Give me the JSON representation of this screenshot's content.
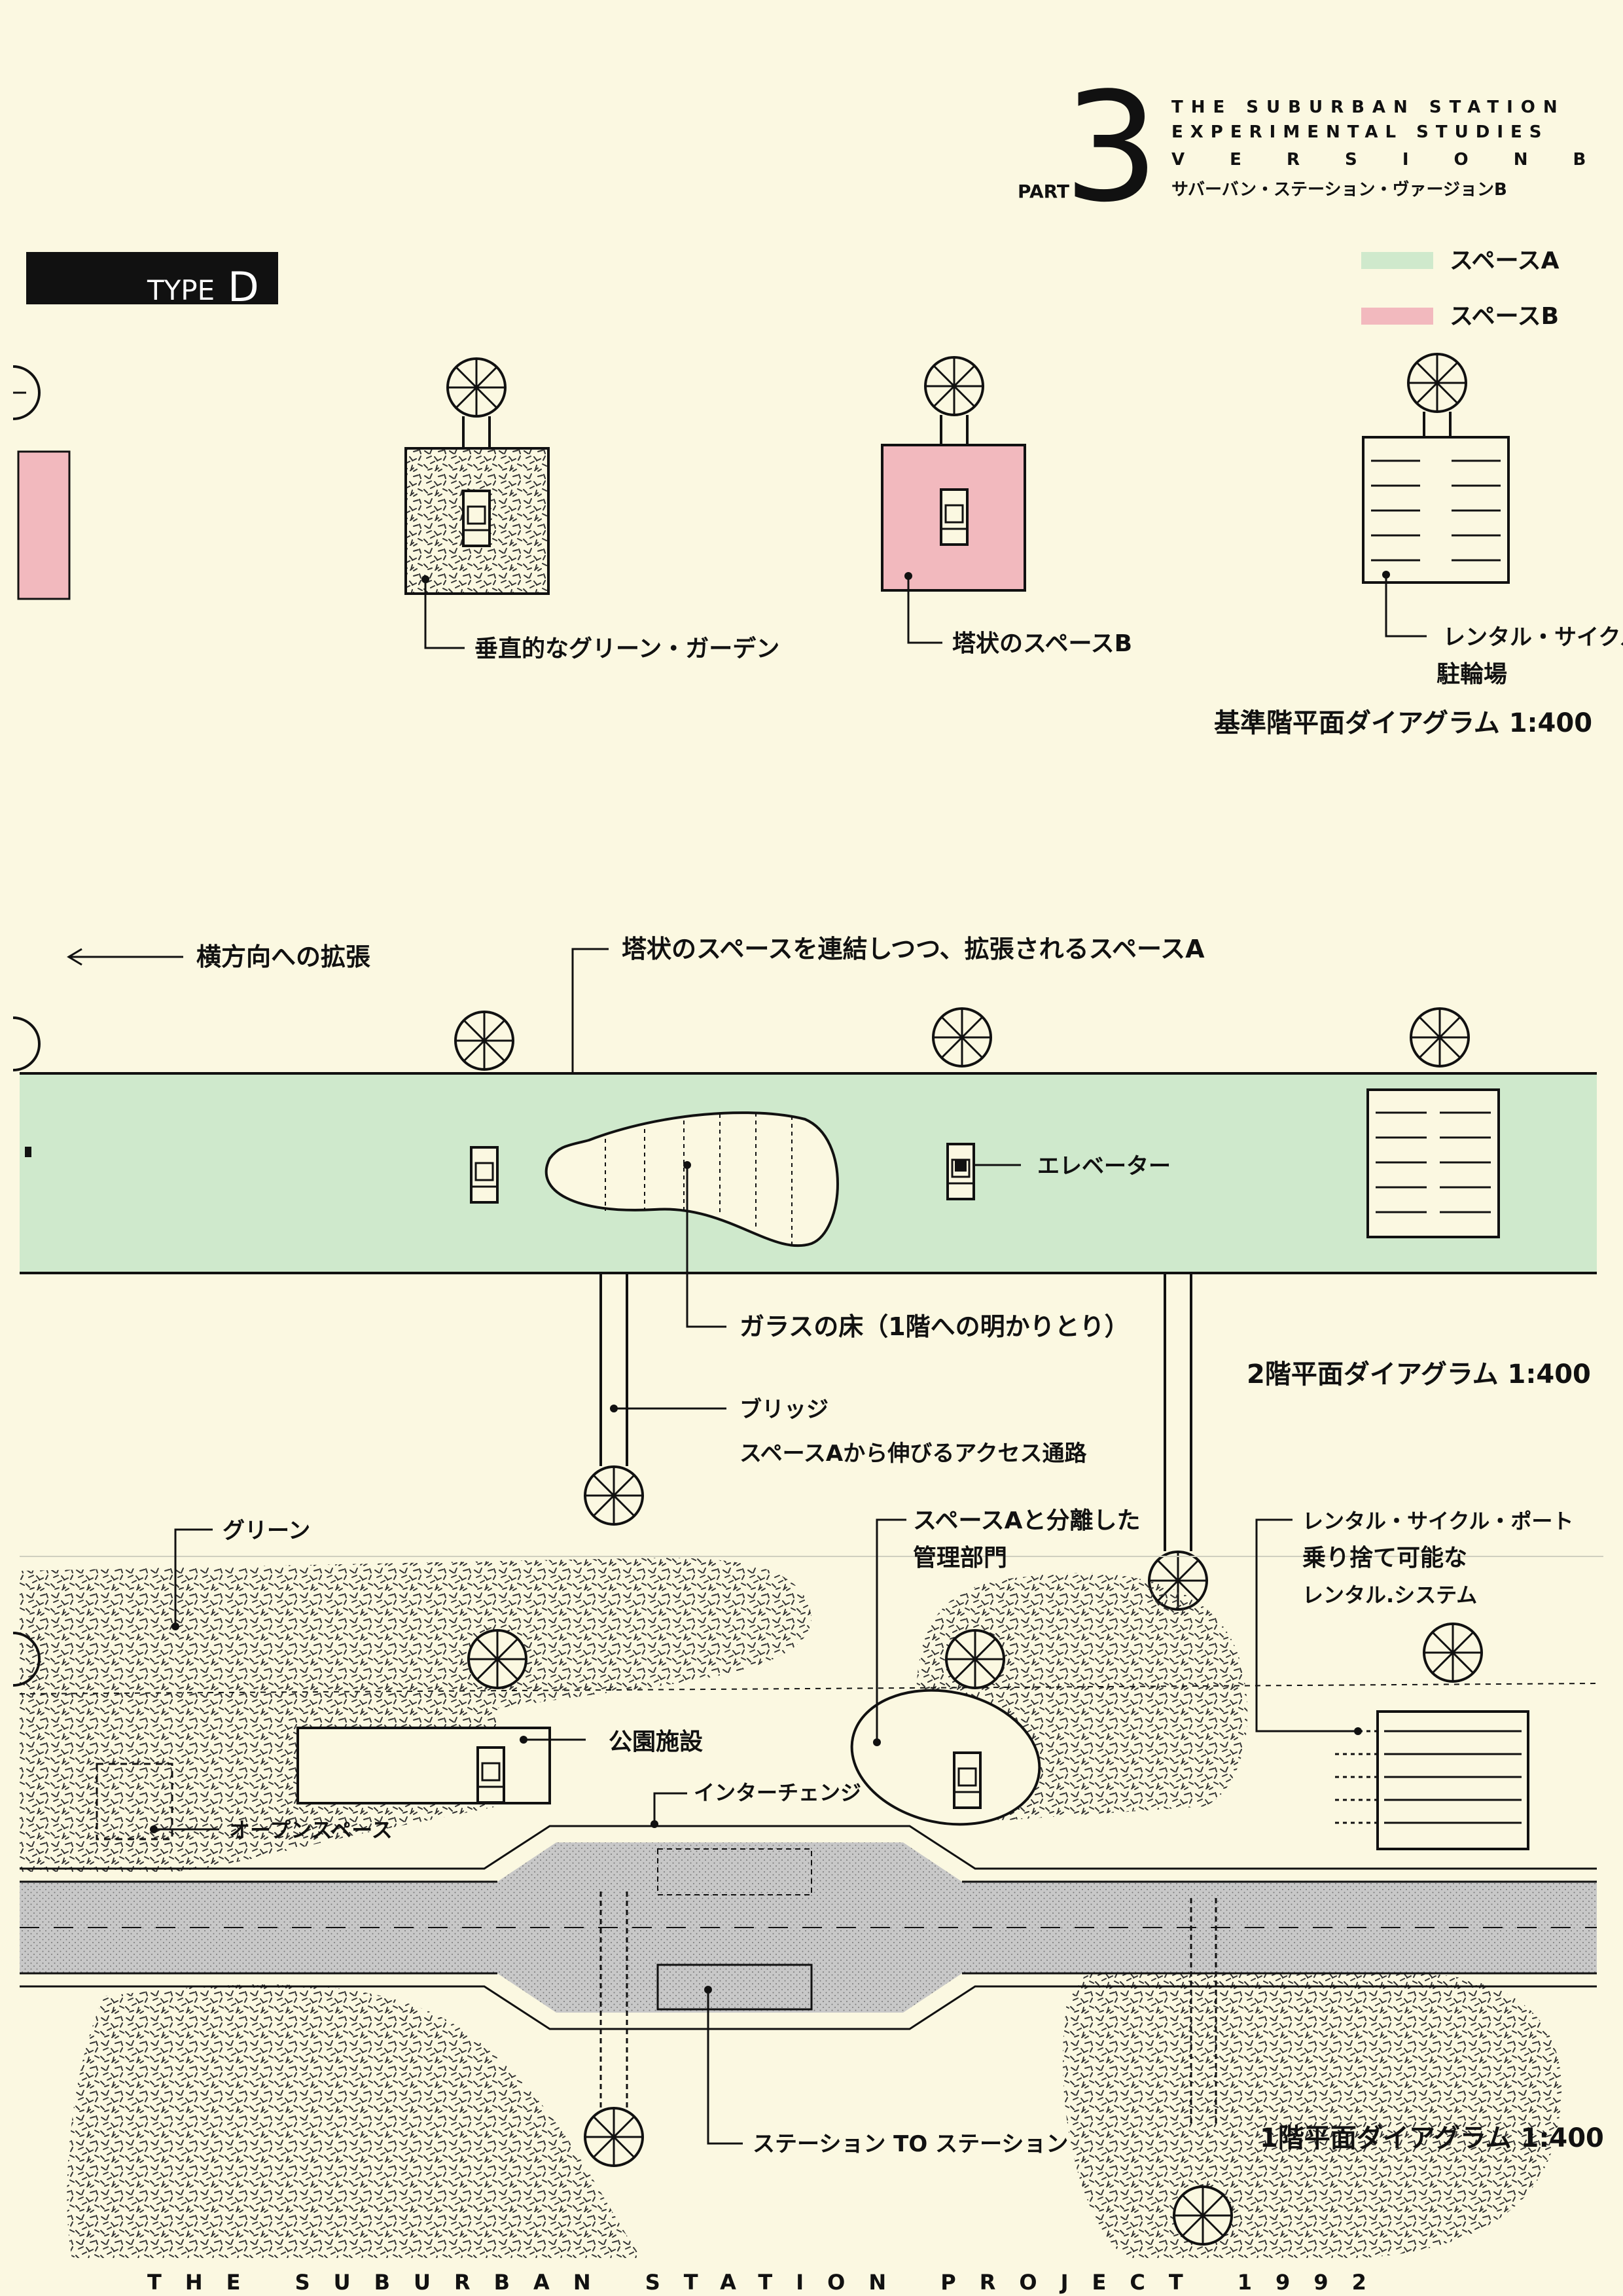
{
  "header": {
    "part_label": "PART",
    "part_number": "3",
    "title_line1": "THE SUBURBAN STATION",
    "title_line2": "EXPERIMENTAL STUDIES",
    "title_line3": "V E R S I O N  B",
    "title_line4": "サバーバン・ステーション・ヴァージョンB"
  },
  "type_badge": {
    "prefix": "TYPE",
    "letter": "D"
  },
  "legend": [
    {
      "label": "スペースA",
      "color": "#cfe9cc"
    },
    {
      "label": "スペースB",
      "color": "#f2b9be"
    }
  ],
  "colors": {
    "green": "#cfe9cc",
    "pink": "#f2b9be",
    "road": "#c6c6c6",
    "background": "#fbf8e1"
  },
  "standard_floor": {
    "label_garden": "垂直的なグリーン・ガーデン",
    "label_tower": "塔状のスペースB",
    "label_cycle_1": "レンタル・サイクル",
    "label_cycle_2": "駐輪場",
    "title": "基準階平面ダイアグラム 1:400"
  },
  "second_floor": {
    "label_expansion": "横方向への拡張",
    "label_connect": "塔状のスペースを連結しつつ、拡張されるスペースA",
    "label_elevator": "エレベーター",
    "label_glass": "ガラスの床（1階への明かりとり）",
    "label_bridge_1": "ブリッジ",
    "label_bridge_2": "スペースAから伸びるアクセス通路",
    "title": "2階平面ダイアグラム 1:400"
  },
  "first_floor": {
    "label_green": "グリーン",
    "label_admin_1": "スペースAと分離した",
    "label_admin_2": "管理部門",
    "label_port_1": "レンタル・サイクル・ポート",
    "label_port_2": "乗り捨て可能な",
    "label_port_3": "レンタル.システム",
    "label_park": "公園施設",
    "label_interchange": "インターチェンジ",
    "label_open": "オープンスペース",
    "label_station": "ステーション TO ステーション",
    "title": "1階平面ダイアグラム 1:400"
  },
  "footer": {
    "text": "THE SUBURBAN STATION PROJECT 1992"
  }
}
